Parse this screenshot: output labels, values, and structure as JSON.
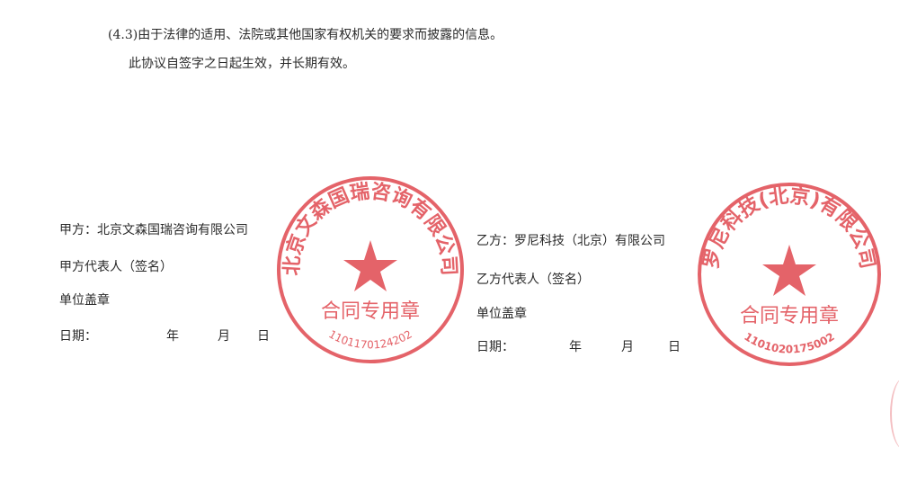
{
  "clause": "(4.3)由于法律的适用、法院或其他国家有权机关的要求而披露的信息。",
  "effective": "此协议自签字之日起生效，并长期有效。",
  "party_a": {
    "name_line": "甲方：北京文森国瑞咨询有限公司",
    "rep": "甲方代表人（签名）",
    "seal": "单位盖章",
    "date_label": "日期：",
    "year": "年",
    "month": "月",
    "day": "日"
  },
  "party_b": {
    "name_line": "乙方：罗尼科技（北京）有限公司",
    "rep": "乙方代表人（签名）",
    "seal": "单位盖章",
    "date_label": "日期：",
    "year": "年",
    "month": "月",
    "day": "日"
  },
  "stamp_a": {
    "company": "北京文森国瑞咨询有限公司",
    "type": "合同专用章",
    "number": "1101170124202"
  },
  "stamp_b": {
    "company": "罗尼科技(北京)有限公司",
    "type": "合同专用章",
    "number": "1101020175002"
  },
  "stamp_color": "#e0484f"
}
